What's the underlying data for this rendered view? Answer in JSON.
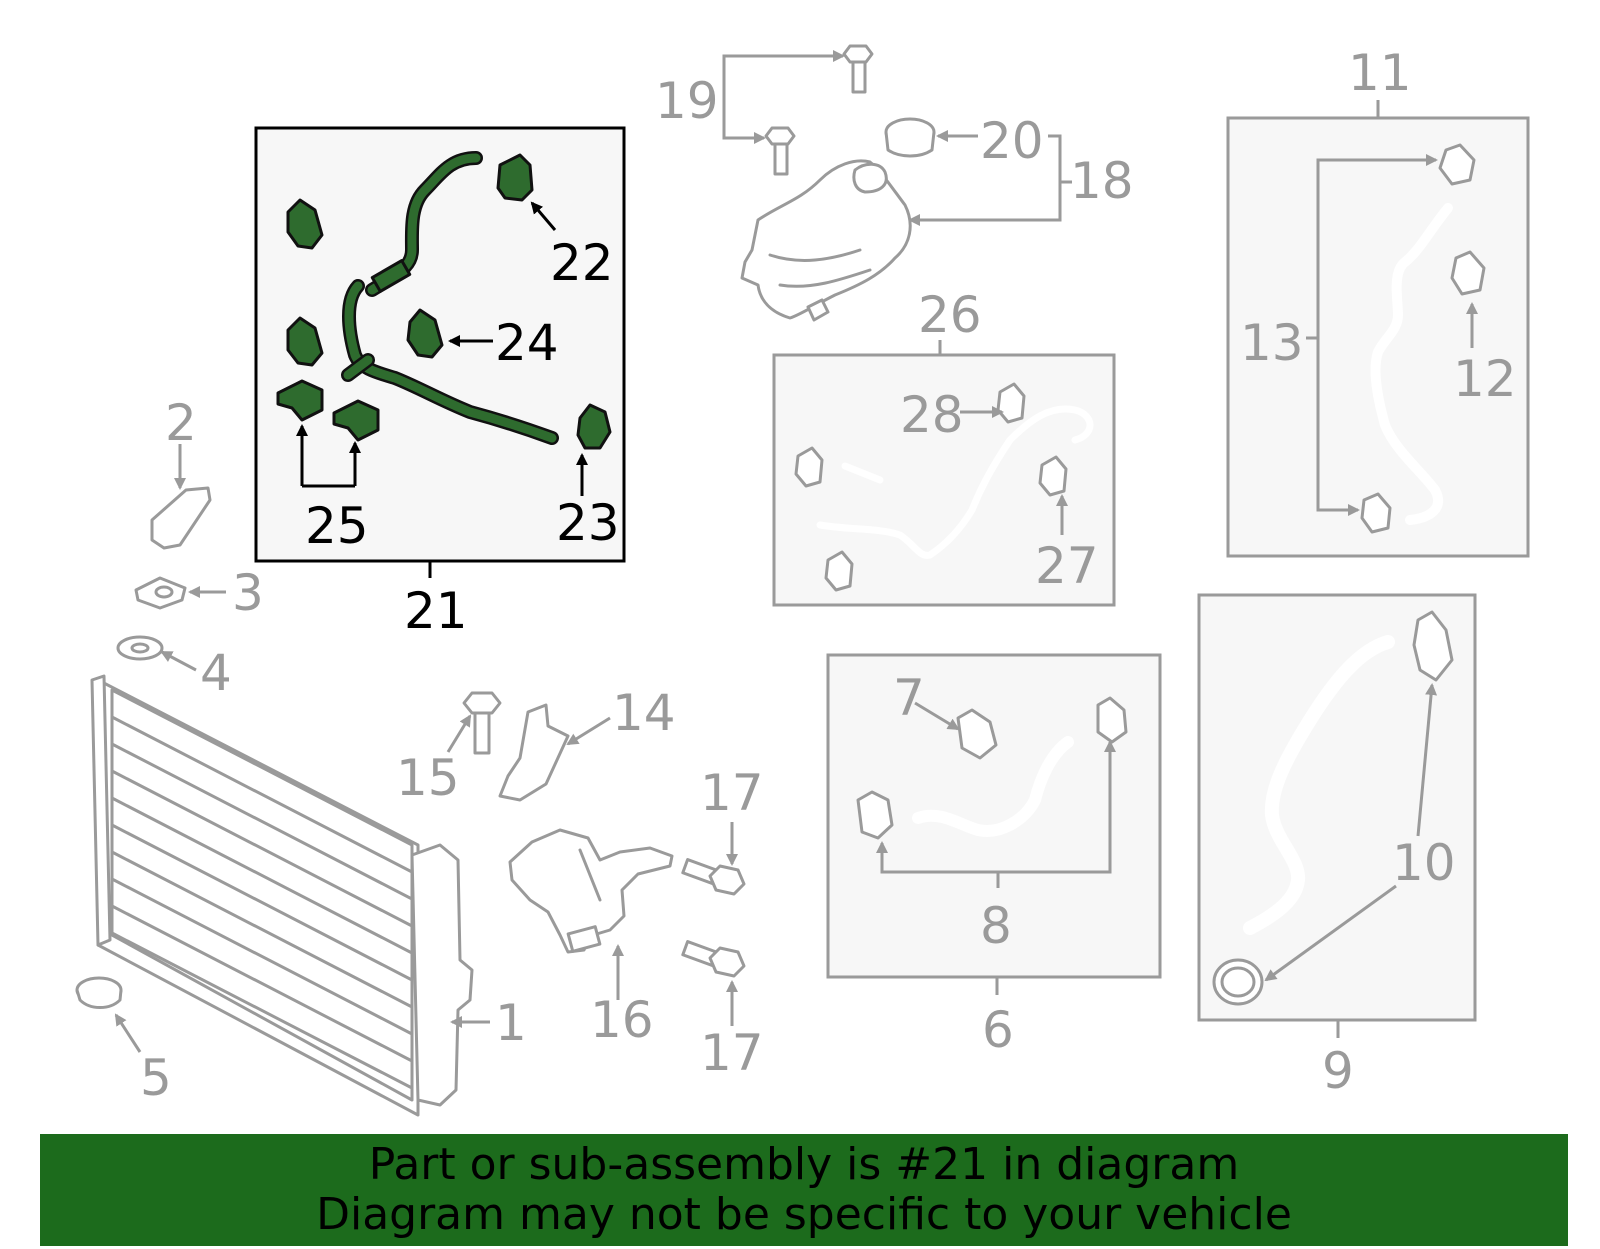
{
  "diagram": {
    "callouts": {
      "c1": "1",
      "c2": "2",
      "c3": "3",
      "c4": "4",
      "c5": "5",
      "c6": "6",
      "c7": "7",
      "c8": "8",
      "c9": "9",
      "c10": "10",
      "c11": "11",
      "c12": "12",
      "c13": "13",
      "c14": "14",
      "c15": "15",
      "c16": "16",
      "c17a": "17",
      "c17b": "17",
      "c18": "18",
      "c19": "19",
      "c20": "20",
      "c21": "21",
      "c22": "22",
      "c23": "23",
      "c24": "24",
      "c25": "25",
      "c26": "26",
      "c27": "27",
      "c28": "28"
    },
    "highlight_color": "#2e6b2e"
  },
  "banner": {
    "line1": "Part or sub-assembly is #21 in diagram",
    "line2": "Diagram may not be specific to your vehicle",
    "background": "#1c6b1c"
  }
}
